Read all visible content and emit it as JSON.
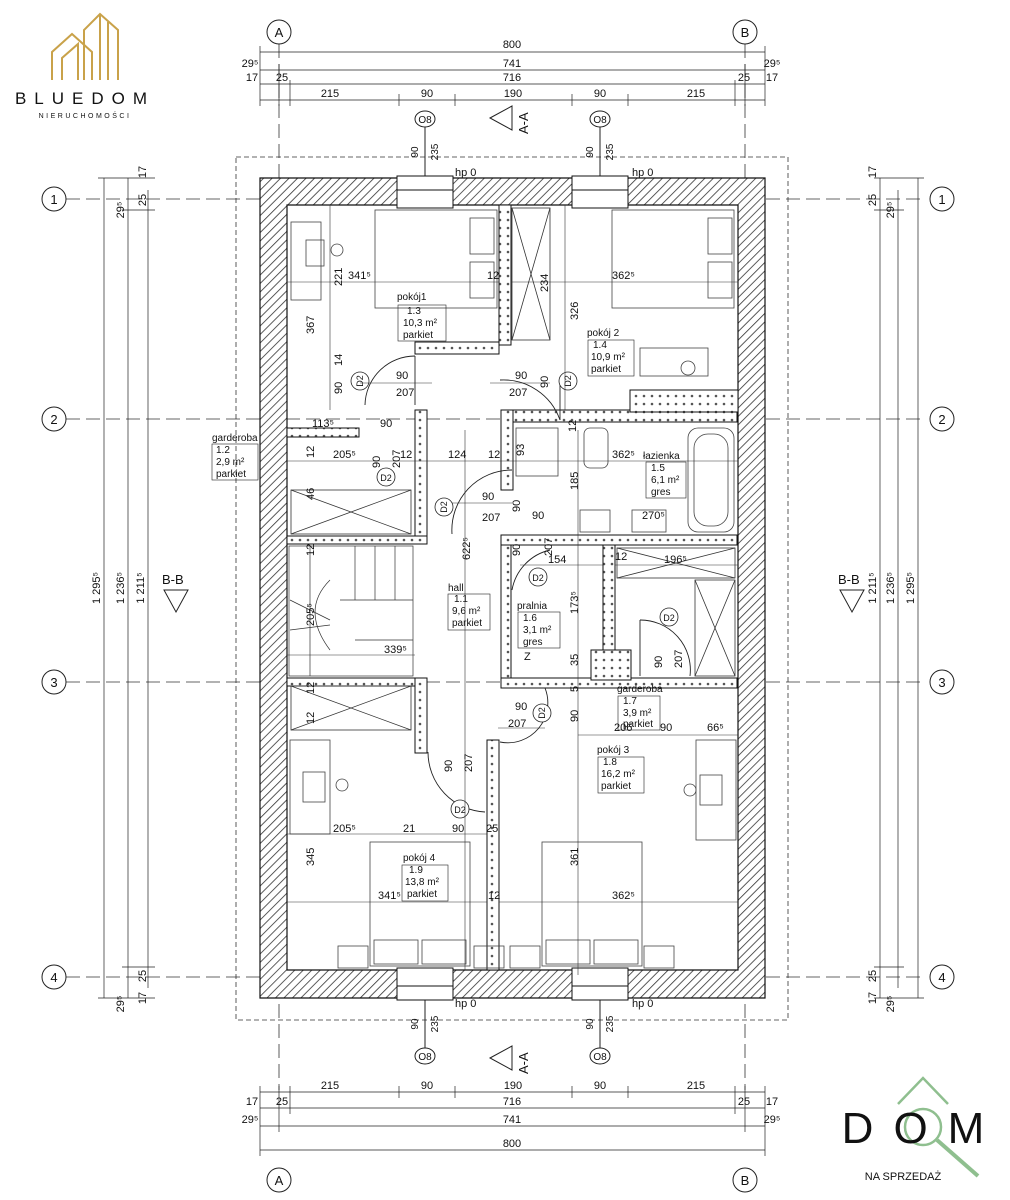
{
  "logo_top": {
    "brand": "BLUEDOM",
    "tagline": "NIERUCHOMOŚCI",
    "color": "#c9a24a",
    "brand_color": "#2a6fb0"
  },
  "logo_bottom": {
    "brand": "DOM",
    "tagline": "NA SPRZEDAŻ",
    "color": "#8fbf8f"
  },
  "axes": {
    "vertical": [
      "A",
      "B"
    ],
    "horizontal": [
      "1",
      "2",
      "3",
      "4"
    ]
  },
  "sections": {
    "aa": "A-A",
    "bb": "B-B"
  },
  "window_tag": "O8",
  "hp": "hp 0",
  "door_tag": "D2",
  "dims_top": {
    "total": "800",
    "inner_741": "741",
    "inner_716": "716",
    "e295": "29⁵",
    "e17": "17",
    "e25": "25",
    "segments": [
      "215",
      "90",
      "190",
      "90",
      "215"
    ]
  },
  "dims_side": {
    "h1295": "1 295⁵",
    "h1236": "1 236⁵",
    "h1211": "1 211⁵",
    "e295": "29⁵",
    "e17": "17",
    "e25": "25"
  },
  "rooms": [
    {
      "id": "pokoj1",
      "name": "pokój1",
      "num": "1.3",
      "area": "10,3 m²",
      "floor": "parkiet"
    },
    {
      "id": "pokoj2",
      "name": "pokój 2",
      "num": "1.4",
      "area": "10,9 m²",
      "floor": "parkiet"
    },
    {
      "id": "garderoba1",
      "name": "garderoba",
      "num": "1.2",
      "area": "2,9 m²",
      "floor": "parkiet"
    },
    {
      "id": "lazienka",
      "name": "łazienka",
      "num": "1.5",
      "area": "6,1 m²",
      "floor": "gres"
    },
    {
      "id": "hall",
      "name": "hall",
      "num": "1.1",
      "area": "9,6 m²",
      "floor": "parkiet"
    },
    {
      "id": "pralnia",
      "name": "pralnia",
      "num": "1.6",
      "area": "3,1 m²",
      "floor": "gres"
    },
    {
      "id": "garderoba2",
      "name": "garderoba",
      "num": "1.7",
      "area": "3,9 m²",
      "floor": "parkiet"
    },
    {
      "id": "pokoj3",
      "name": "pokój 3",
      "num": "1.8",
      "area": "16,2 m²",
      "floor": "parkiet"
    },
    {
      "id": "pokoj4",
      "name": "pokój 4",
      "num": "1.9",
      "area": "13,8 m²",
      "floor": "parkiet"
    }
  ],
  "inner_dims": {
    "d3415": "341⁵",
    "d3625": "362⁵",
    "d12": "12",
    "d367": "367",
    "d326": "326",
    "d234": "234",
    "d221": "221",
    "d14": "14",
    "d90": "90",
    "d207": "207",
    "d113": "113⁵",
    "d2055": "205⁵",
    "d124": "124",
    "d185": "185",
    "d46": "46",
    "d6225": "622⁵",
    "d270": "270⁵",
    "d154": "154",
    "d1965": "196⁵",
    "d1735": "173⁵",
    "d3395": "339⁵",
    "d35": "35",
    "d5": "5",
    "d206": "206",
    "d665": "66⁵",
    "d21": "21",
    "d25": "25",
    "d345": "345",
    "d361": "361",
    "d235": "235",
    "d93": "93",
    "dZ": "Z"
  }
}
